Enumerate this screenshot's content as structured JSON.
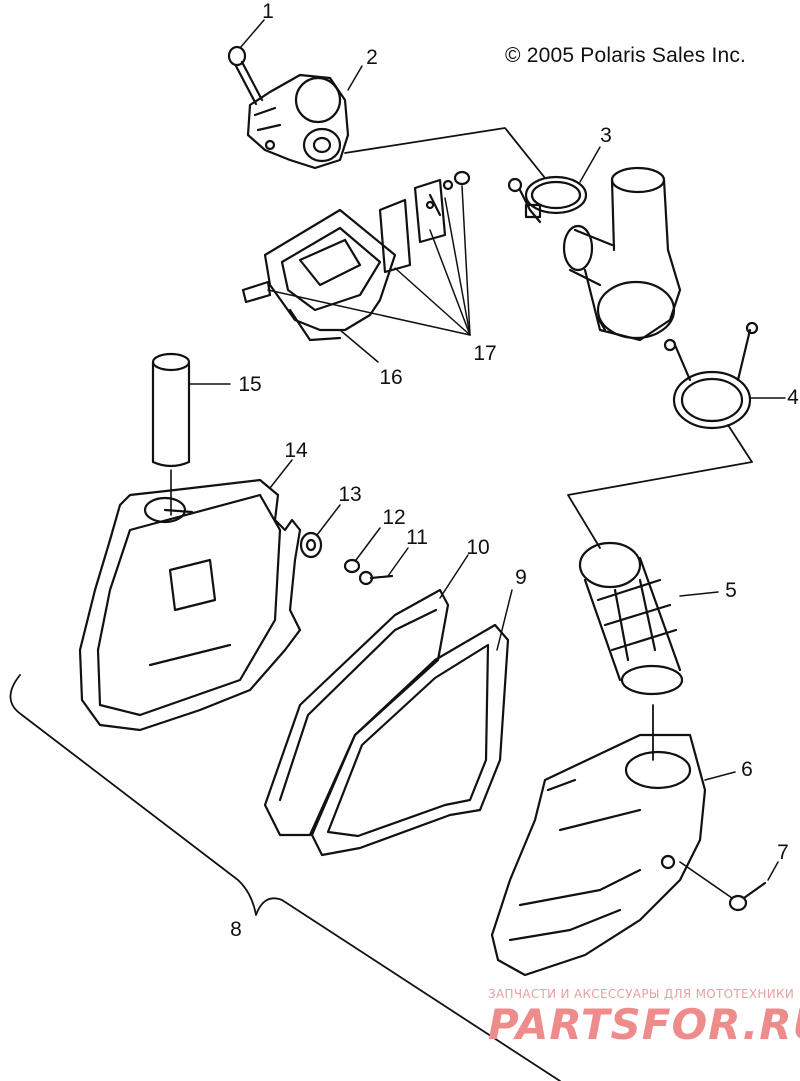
{
  "copyright": "© 2005 Polaris Sales Inc.",
  "watermark": {
    "tagline": "ЗАПЧАСТИ И АКСЕССУАРЫ ДЛЯ МОТОТЕХНИКИ",
    "brand": "PARTSFOR.RU"
  },
  "callouts": [
    {
      "id": "1",
      "label": "1"
    },
    {
      "id": "2",
      "label": "2"
    },
    {
      "id": "3",
      "label": "3"
    },
    {
      "id": "4",
      "label": "4"
    },
    {
      "id": "5",
      "label": "5"
    },
    {
      "id": "6",
      "label": "6"
    },
    {
      "id": "7",
      "label": "7"
    },
    {
      "id": "8",
      "label": "8"
    },
    {
      "id": "9",
      "label": "9"
    },
    {
      "id": "10",
      "label": "10"
    },
    {
      "id": "11",
      "label": "11"
    },
    {
      "id": "12",
      "label": "12"
    },
    {
      "id": "13",
      "label": "13"
    },
    {
      "id": "14",
      "label": "14"
    },
    {
      "id": "15",
      "label": "15"
    },
    {
      "id": "16",
      "label": "16"
    },
    {
      "id": "17",
      "label": "17"
    }
  ],
  "colors": {
    "ink": "#111111",
    "watermark": "#ee8b8b"
  }
}
